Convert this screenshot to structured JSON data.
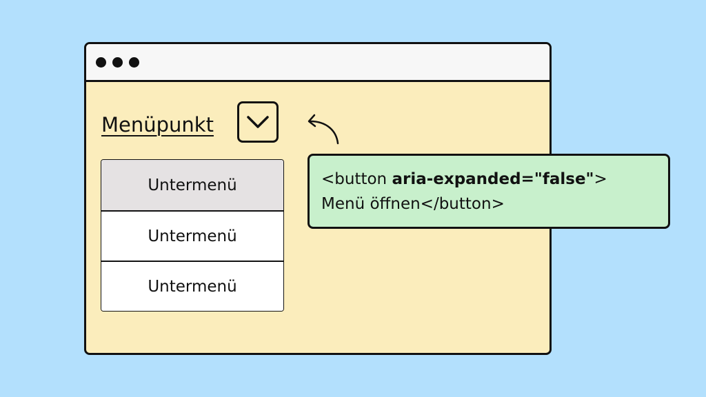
{
  "menu": {
    "label": "Menüpunkt",
    "submenu_items": [
      {
        "label": "Untermenü"
      },
      {
        "label": "Untermenü"
      },
      {
        "label": "Untermenü"
      }
    ]
  },
  "code": {
    "prefix": "<button ",
    "attribute": "aria-expanded=\"false\"",
    "suffix": ">",
    "line2": "Menü öffnen</button>"
  },
  "icons": {
    "toggle": "chevron-down-icon",
    "pointer": "curved-arrow-icon"
  },
  "colors": {
    "background": "#b3e0fd",
    "window": "#fbedbc",
    "titlebar": "#f7f7f7",
    "highlight": "#e5e2e3",
    "code_box": "#c8f0cc"
  }
}
